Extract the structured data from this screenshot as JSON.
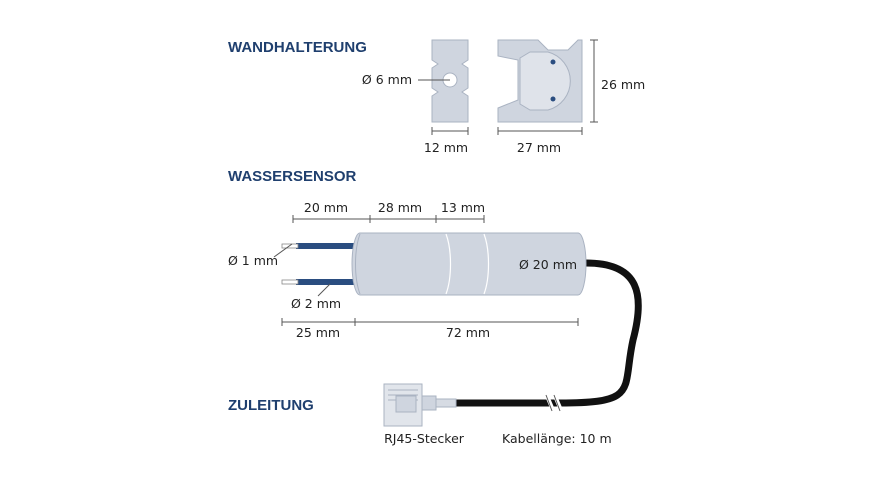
{
  "colors": {
    "heading": "#1f3f6e",
    "part_fill": "#cfd5df",
    "part_stroke": "#aab3c2",
    "cable": "#111111",
    "wire_blue": "#2a4d80",
    "dim_text": "#222222"
  },
  "wall_mount": {
    "heading": "WANDHALTERUNG",
    "hole_diameter": "Ø 6 mm",
    "width_side": "12 mm",
    "width_front": "27 mm",
    "height": "26 mm"
  },
  "sensor": {
    "heading": "WASSERSENSOR",
    "segment_1": "20 mm",
    "segment_2": "28 mm",
    "segment_3": "13 mm",
    "wire_tip_diameter": "Ø 1 mm",
    "wire_diameter": "Ø 2 mm",
    "body_diameter": "Ø 20 mm",
    "wire_length": "25 mm",
    "body_length": "72 mm"
  },
  "supply": {
    "heading": "ZULEITUNG",
    "connector": "RJ45-Stecker",
    "cable_length": "Kabellänge: 10 m"
  }
}
